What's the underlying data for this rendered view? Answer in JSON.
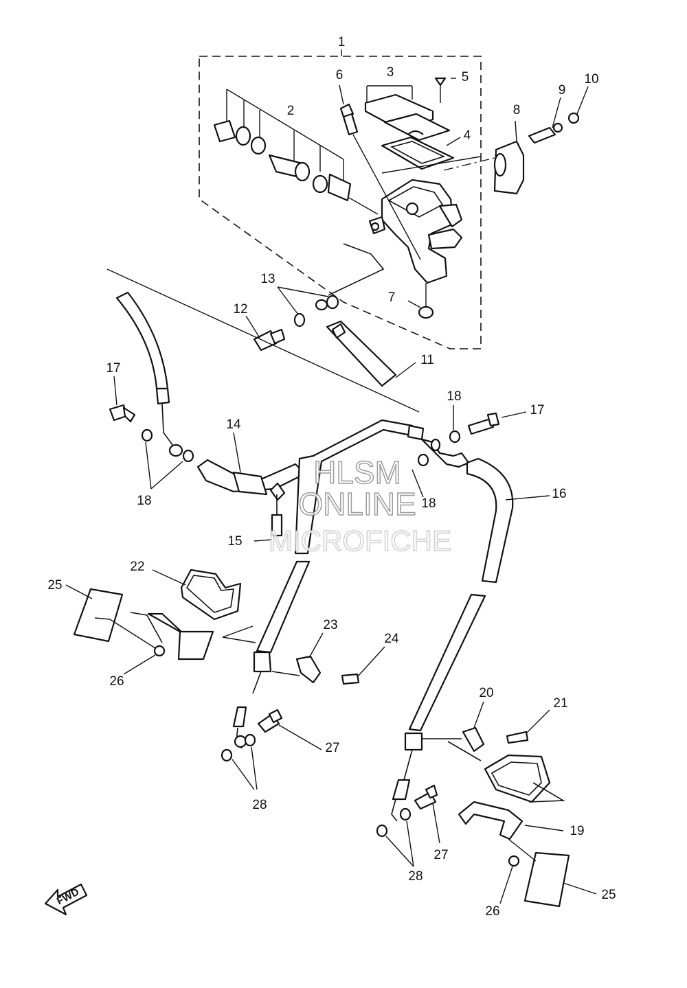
{
  "watermark": [
    "HLSM",
    "ONLINE",
    "MICROFICHE"
  ],
  "direction_label": "FWD",
  "callouts": [
    "1",
    "2",
    "3",
    "4",
    "5",
    "6",
    "7",
    "8",
    "9",
    "10",
    "11",
    "12",
    "13",
    "14",
    "15",
    "16",
    "17",
    "17",
    "18",
    "18",
    "18",
    "18",
    "19",
    "20",
    "21",
    "22",
    "23",
    "24",
    "25",
    "25",
    "26",
    "26",
    "27",
    "27",
    "28",
    "28"
  ]
}
